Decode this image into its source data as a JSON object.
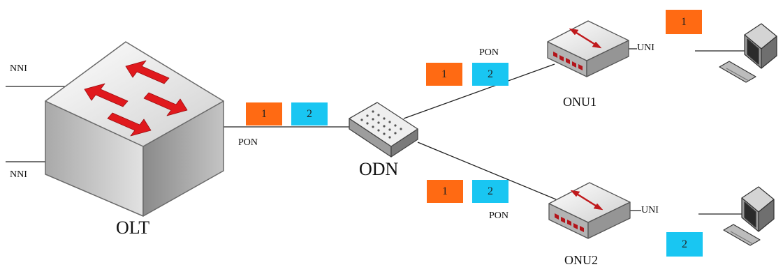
{
  "labels": {
    "olt": "OLT",
    "odn": "ODN",
    "onu1": "ONU1",
    "onu2": "ONU2",
    "nni_top": "NNI",
    "nni_bottom": "NNI",
    "pon_main": "PON",
    "pon_onu1": "PON",
    "pon_onu2": "PON",
    "uni_onu1": "UNI",
    "uni_onu2": "UNI"
  },
  "packets": {
    "main_1": "1",
    "main_2": "2",
    "onu1_link_1": "1",
    "onu1_link_2": "2",
    "onu2_link_1": "1",
    "onu2_link_2": "2",
    "pc1": "1",
    "pc2": "2"
  },
  "colors": {
    "packet_1": "#ff6a13",
    "packet_2": "#19c6f2",
    "arrow": "#e0191d",
    "port": "#b3141a",
    "line": "#222222"
  }
}
